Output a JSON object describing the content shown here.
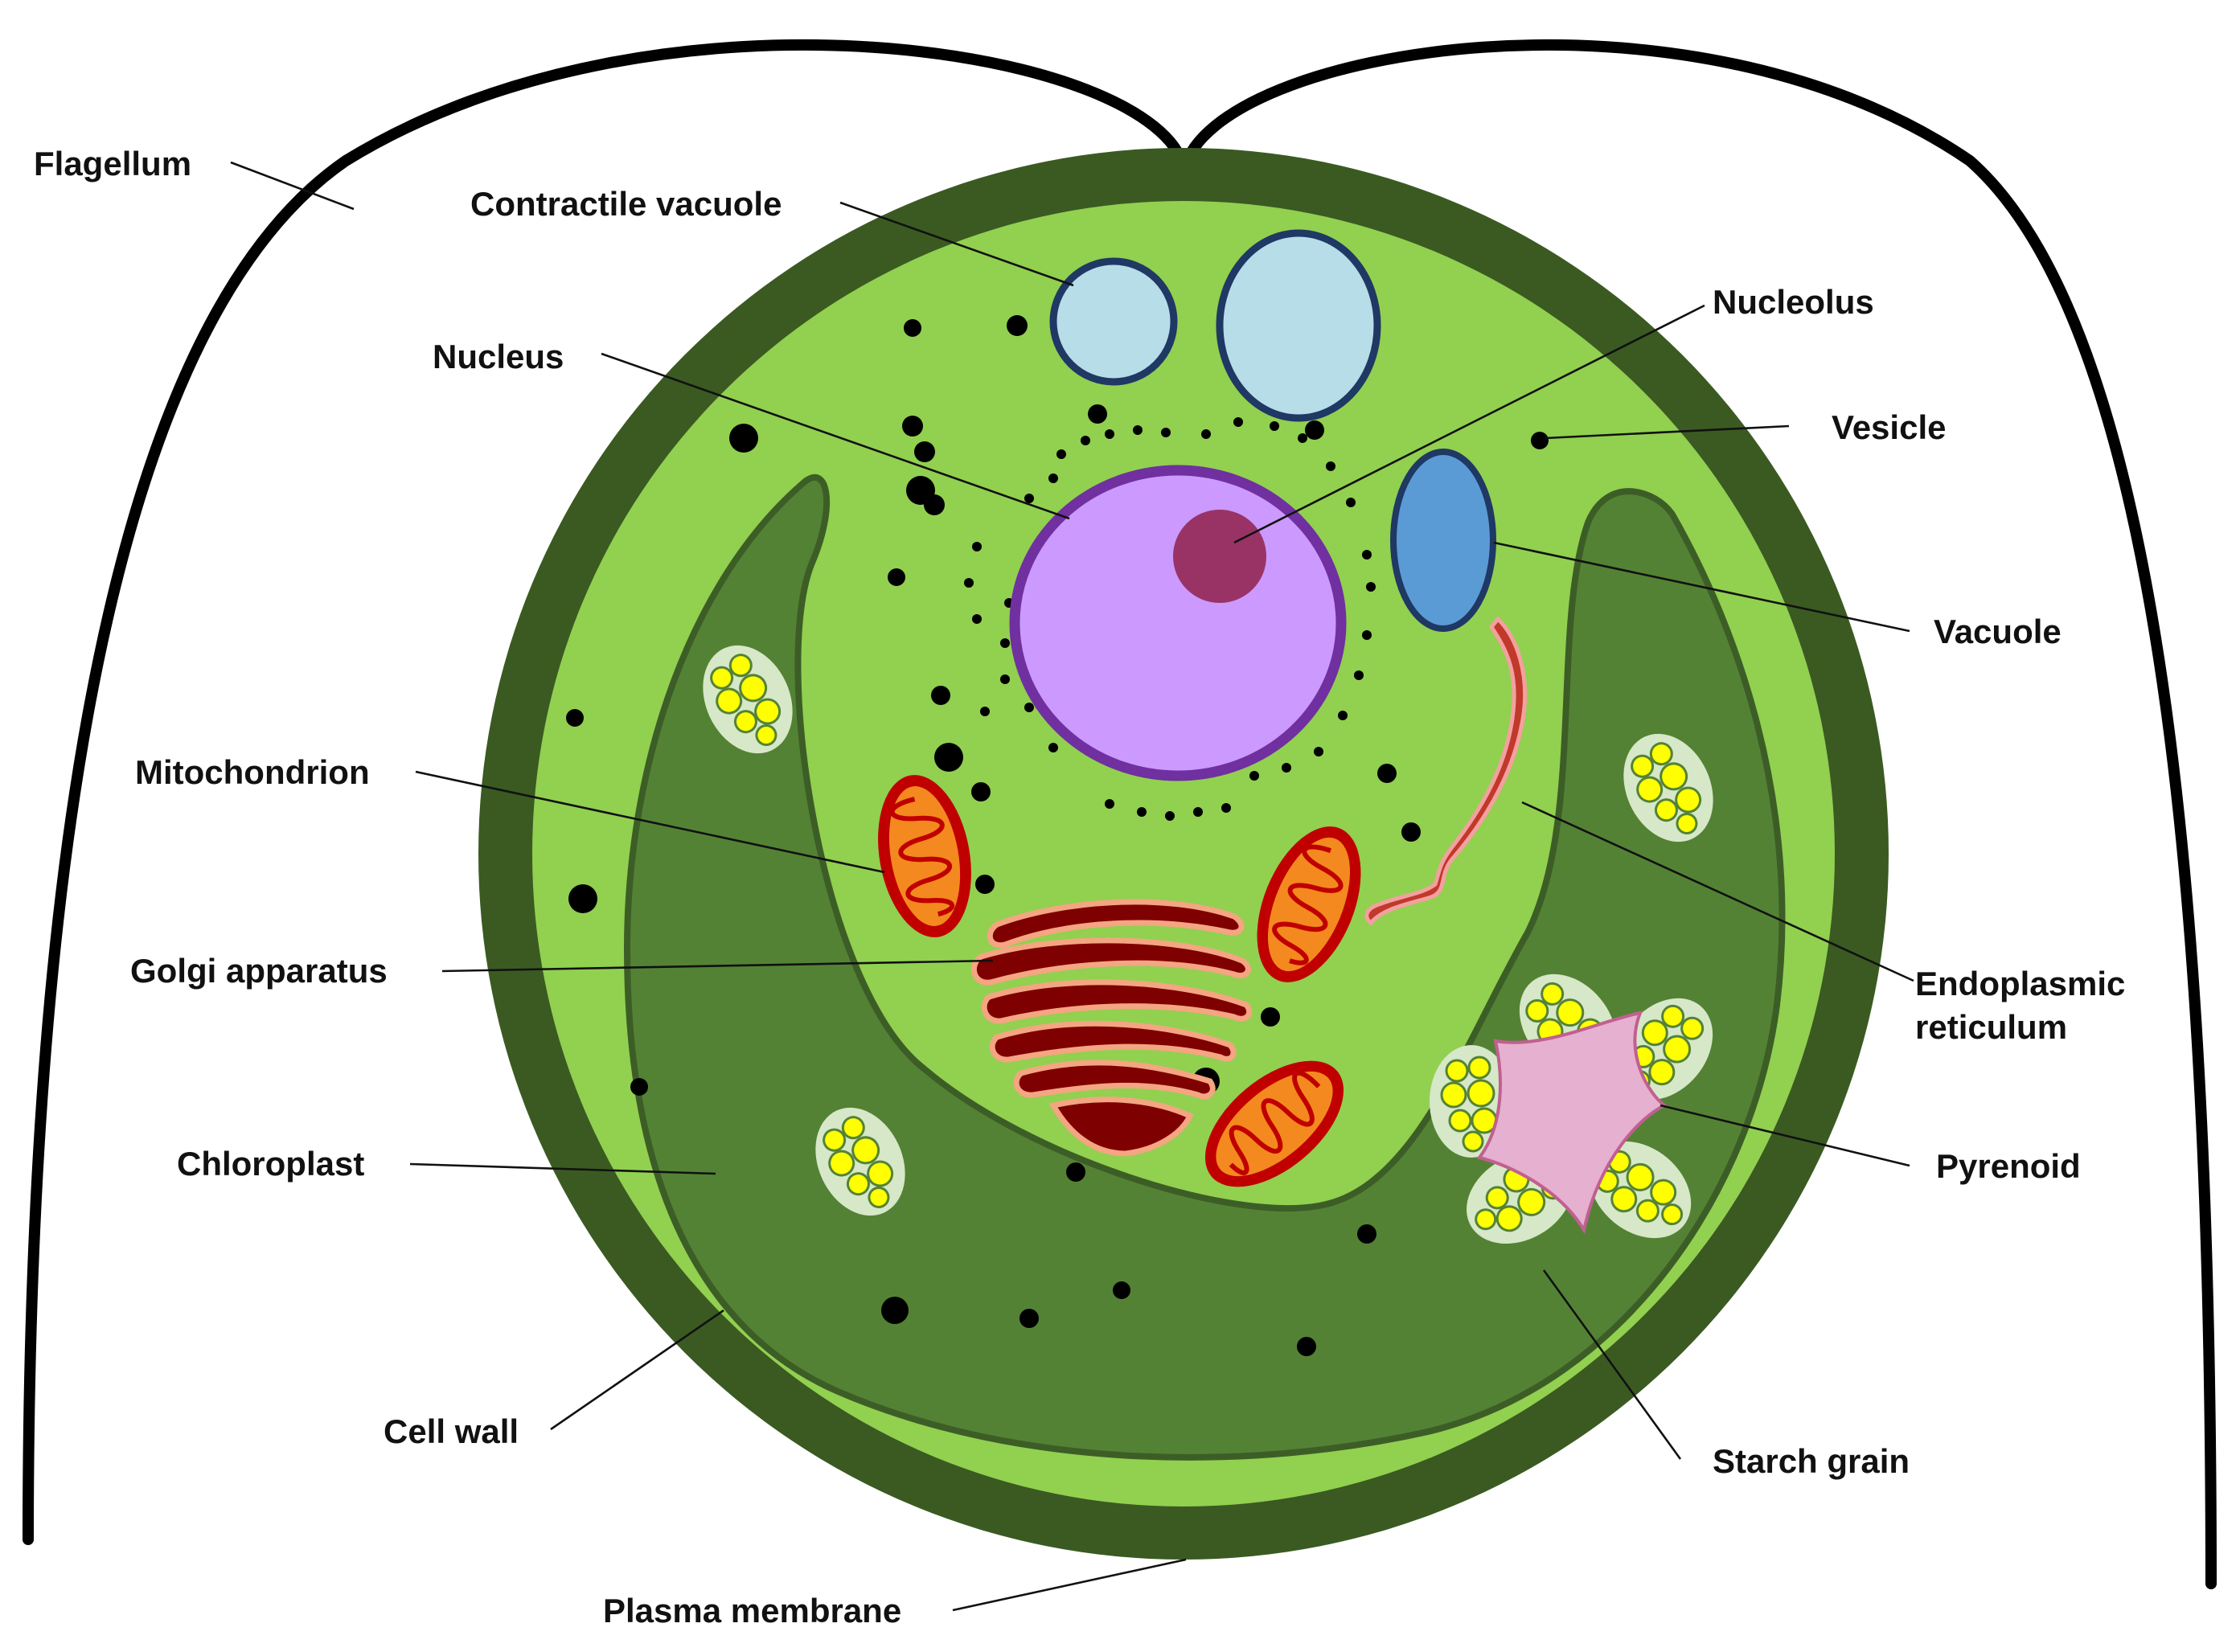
{
  "labels": {
    "flagellum": "Flagellum",
    "contractile_vacuole": "Contractile vacuole",
    "nucleus": "Nucleus",
    "nucleolus": "Nucleolus",
    "vesicle": "Vesicle",
    "vacuole": "Vacuole",
    "mitochondrion": "Mitochondrion",
    "golgi": "Golgi apparatus",
    "endoplasmic_1": "Endoplasmic",
    "endoplasmic_2": "reticulum",
    "chloroplast": "Chloroplast",
    "pyrenoid": "Pyrenoid",
    "cell_wall": "Cell wall",
    "starch_grain": "Starch grain",
    "plasma_membrane": "Plasma membrane"
  },
  "colors": {
    "cell_wall": "#3a5a22",
    "cytoplasm": "#92d050",
    "chloroplast": "#548235",
    "chloroplast_outline": "#3c5e26",
    "nucleus": "#cc99ff",
    "nucleus_outline": "#7030a0",
    "nucleolus": "#993366",
    "contractile_vacuole": "#b7dde8",
    "contractile_vacuole_outline": "#1f3864",
    "vacuole": "#5b9bd5",
    "vacuole_outline": "#1f3864",
    "mitochondrion_outer": "#c00000",
    "mitochondrion_inner": "#f4891f",
    "golgi": "#7f0000",
    "golgi_outline": "#f4a582",
    "er": "#c0392b",
    "er_outline": "#f4a0a0",
    "starch_sac": "#d6e8c8",
    "starch_grain": "#ffff00",
    "pyrenoid": "#e6b0d0",
    "flagellum": "#000000",
    "ribosome": "#000000"
  }
}
